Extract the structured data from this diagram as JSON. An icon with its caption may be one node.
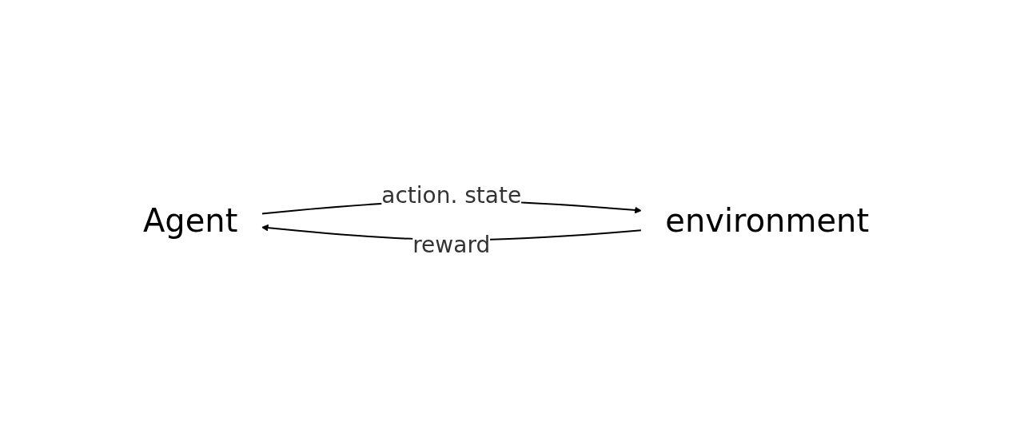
{
  "diagram": {
    "nodes": [
      {
        "text": [
          "Agent"
        ]
      },
      {
        "text": [
          "environment"
        ]
      }
    ],
    "edges": [
      {
        "from": 0,
        "to": 1,
        "arrow": "to",
        "label": "action. state"
      },
      {
        "from": 1,
        "to": 0,
        "arrow": "to",
        "label": "reward"
      }
    ]
  }
}
